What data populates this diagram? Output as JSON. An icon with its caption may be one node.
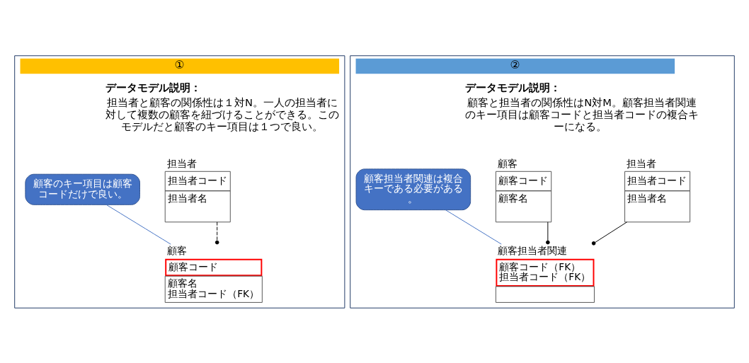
{
  "diagram": {
    "nodes": [
      {
        "text": [
          "①"
        ]
      },
      {
        "text": [
          "データモデル説明：",
          "担当者と顧客の関係性は１対N。一人の担当者に対して複数の顧客を紐づけることができる。このモデルだと顧客のキー項目は１つで良い。"
        ],
        "in": 0
      },
      {
        "text": [
          "担当者",
          "担当者コード",
          "担当者名"
        ],
        "in": 0
      },
      {
        "text": [
          "顧客",
          "顧客コード",
          "顧客名",
          "担当者コード（FK）"
        ],
        "in": 0
      },
      {
        "text": [
          "顧客のキー項目は顧客コードだけで良い。"
        ],
        "in": 0
      },
      {
        "text": [
          "②"
        ]
      },
      {
        "text": [
          "データモデル説明：",
          "顧客と担当者の関係性はN対M。顧客担当者関連のキー項目は顧客コードと担当者コードの複合キーになる。"
        ],
        "in": 5
      },
      {
        "text": [
          "顧客",
          "顧客コード",
          "顧客名"
        ],
        "in": 5
      },
      {
        "text": [
          "担当者",
          "担当者コード",
          "担当者名"
        ],
        "in": 5
      },
      {
        "text": [
          "顧客担当者関連",
          "顧客コード（FK）",
          "担当者コード（FK）"
        ],
        "in": 5
      },
      {
        "text": [
          "顧客担当者関連は複合キーである必要がある。"
        ],
        "in": 5
      }
    ],
    "edges": [
      {
        "from": 2,
        "to": 3,
        "arrow": "other",
        "style": "dashed"
      },
      {
        "from": 4,
        "to": 3,
        "arrow": "none",
        "color": "#4472c4"
      },
      {
        "from": 7,
        "to": 9,
        "arrow": "other"
      },
      {
        "from": 8,
        "to": 9,
        "arrow": "other"
      },
      {
        "from": 10,
        "to": 9,
        "arrow": "none",
        "color": "#4472c4"
      }
    ]
  }
}
